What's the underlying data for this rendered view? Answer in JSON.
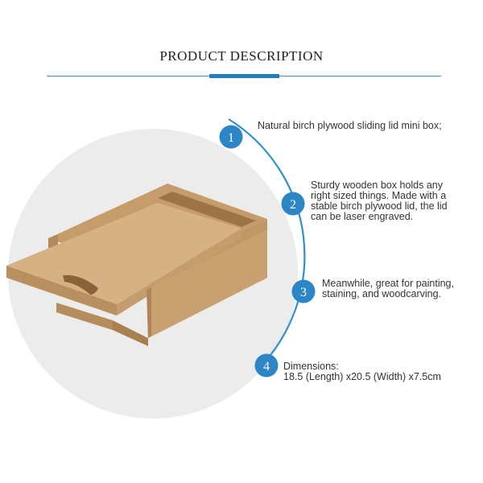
{
  "header": {
    "title": "PRODUCT DESCRIPTION"
  },
  "colors": {
    "accent": "#2f8fcf",
    "badge": "#2c86c6",
    "circle_bg": "#ececec",
    "wood": "#cfa878"
  },
  "features": [
    {
      "number": "1",
      "lines": [
        "Natural birch plywood sliding lid mini box;"
      ]
    },
    {
      "number": "2",
      "lines": [
        "Sturdy wooden box holds any",
        "right sized things. Made with a",
        "stable birch plywood lid, the lid",
        "can be laser engraved."
      ]
    },
    {
      "number": "3",
      "lines": [
        "Meanwhile, great for painting,",
        "staining, and woodcarving."
      ]
    },
    {
      "number": "4",
      "lines": [
        "Dimensions:",
        "18.5 (Length) x20.5 (Width) x7.5cm"
      ]
    }
  ]
}
